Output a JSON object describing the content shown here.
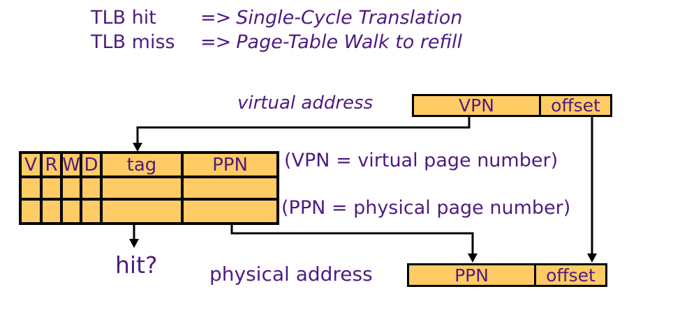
{
  "colors": {
    "text_purple": "#4E1B80",
    "box_fill": "#FECB64",
    "line_black": "#000000"
  },
  "legend": {
    "rows": [
      {
        "term": "TLB hit",
        "arrow": "=>",
        "result": "Single-Cycle Translation"
      },
      {
        "term": "TLB miss",
        "arrow": "=>",
        "result": "Page-Table Walk to refill"
      }
    ]
  },
  "virtual_address": {
    "label": "virtual address",
    "fields": [
      "VPN",
      "offset"
    ]
  },
  "tlb_table": {
    "columns": [
      "V",
      "R",
      "W",
      "D",
      "tag",
      "PPN"
    ],
    "data_rows": 2
  },
  "annotations": {
    "vpn": "(VPN = virtual page number)",
    "ppn": "(PPN = physical page number)"
  },
  "hit_label": "hit?",
  "physical_address": {
    "label": "physical address",
    "fields": [
      "PPN",
      "offset"
    ]
  }
}
